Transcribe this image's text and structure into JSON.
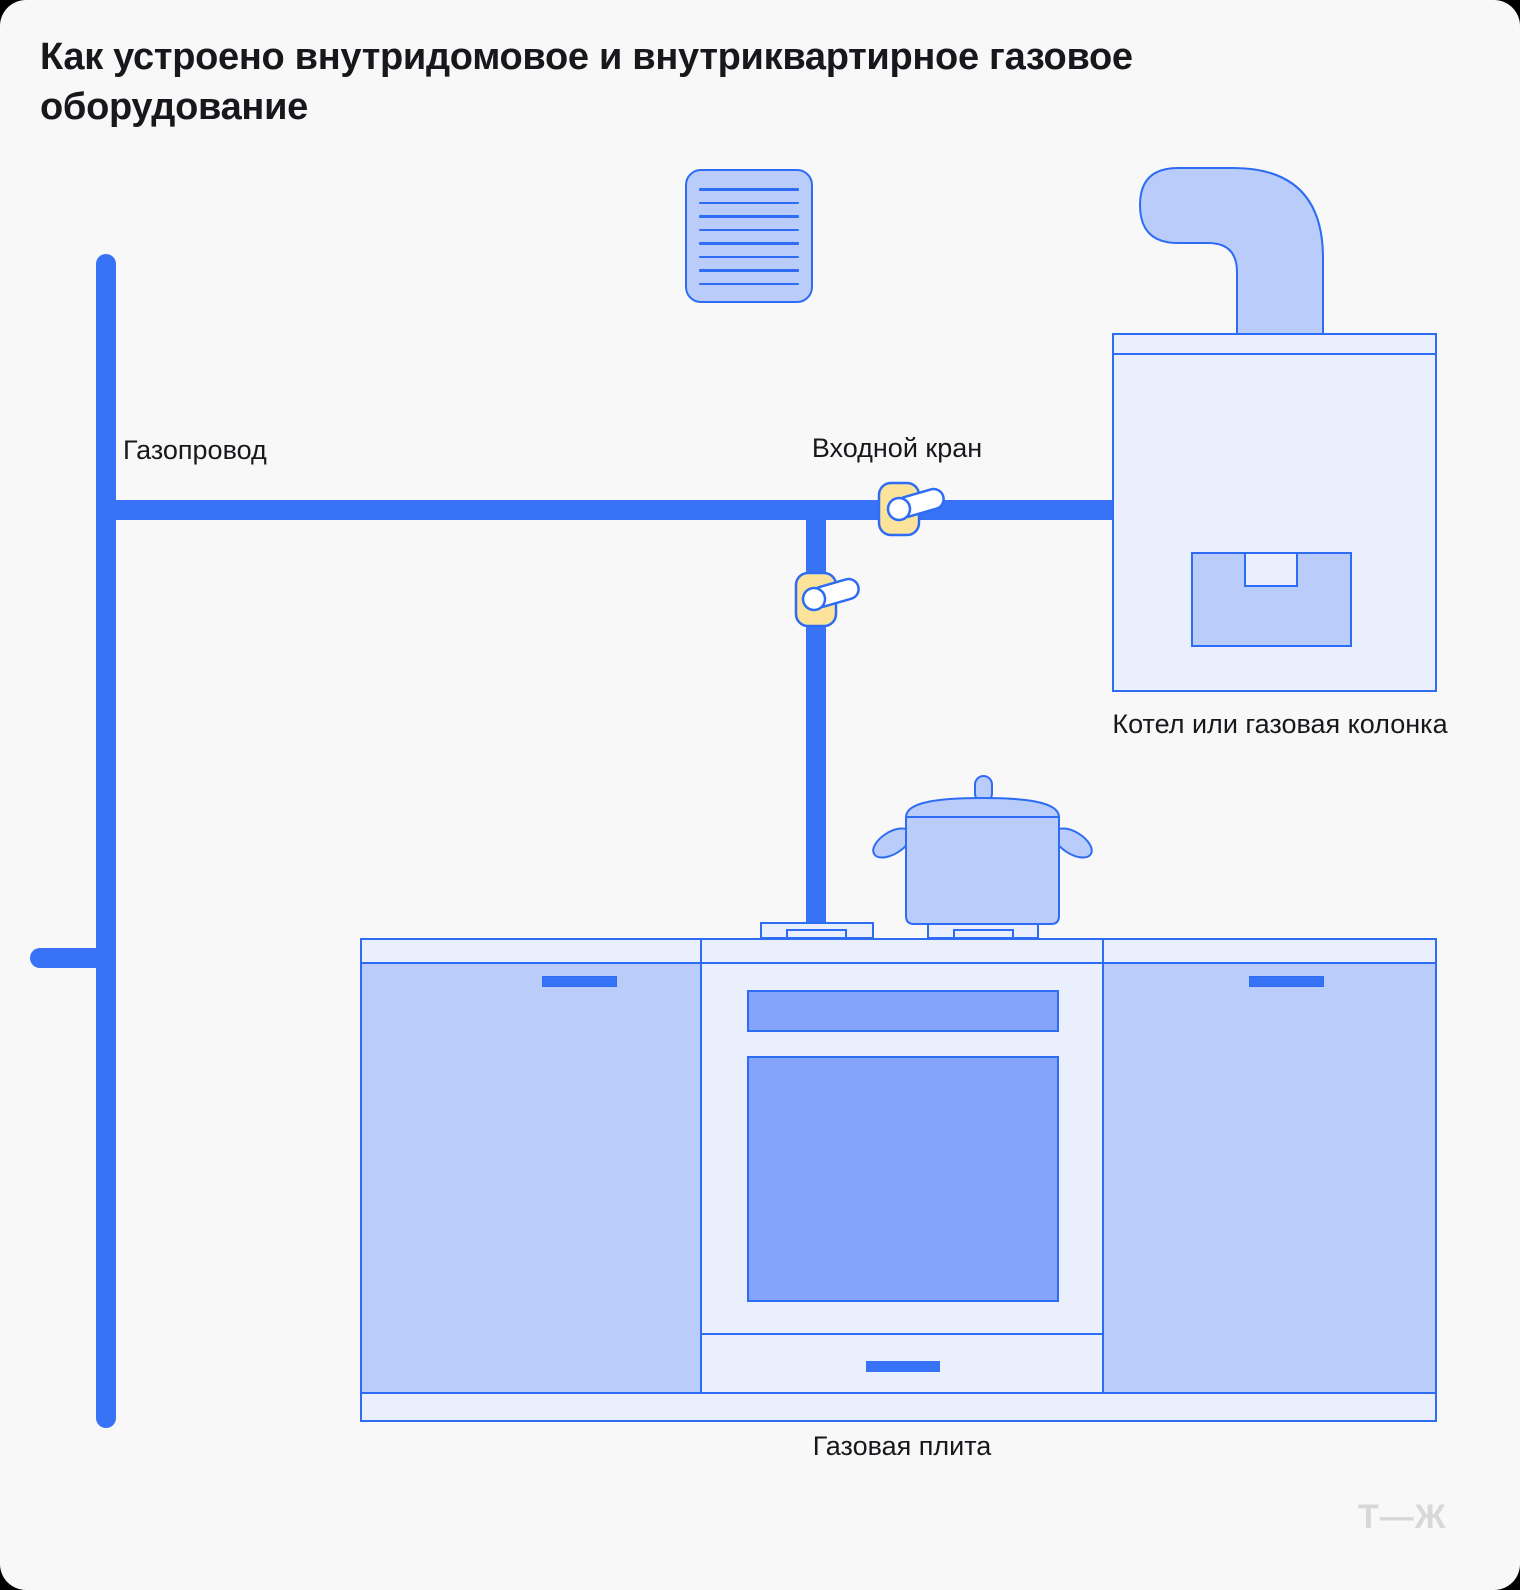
{
  "title": "Как устроено внутридомовое и внутриквартирное газовое оборудование",
  "labels": {
    "gas_pipeline": "Газопровод",
    "inlet_valve": "Входной кран",
    "boiler": "Котел или газовая колонка",
    "stove": "Газовая плита"
  },
  "logo": "Т—Ж",
  "vent_grille": {
    "line_count": 8
  },
  "colors": {
    "background": "#f8f8f8",
    "pipe_blue": "#3872f7",
    "stroke_blue": "#2e6df3",
    "fill_light": "#e9effd",
    "fill_medium": "#b9ccfa",
    "fill_strong": "#84a3f9",
    "valve_yellow": "#fbe39c",
    "text": "#17181c",
    "logo_gray": "#d8d8d8"
  }
}
